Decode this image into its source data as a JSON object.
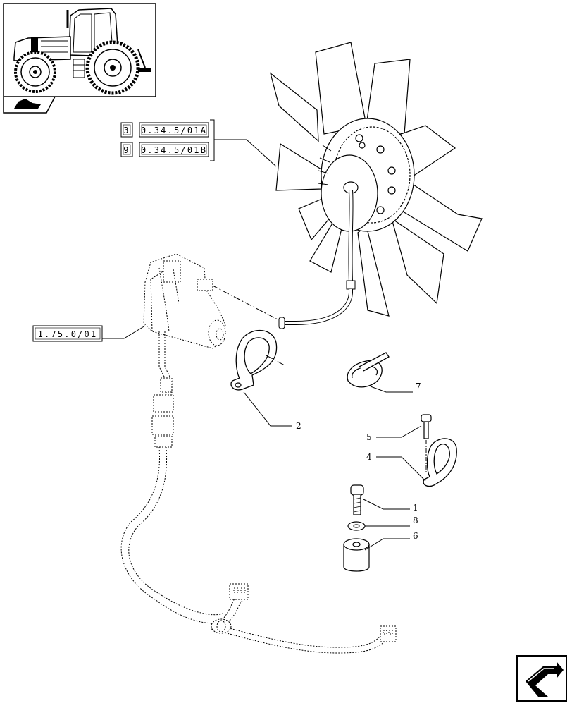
{
  "references": {
    "group_top": [
      {
        "qty": "3",
        "code": "0.34.5/01A"
      },
      {
        "qty": "9",
        "code": "0.34.5/01B"
      }
    ],
    "motor": {
      "code": "1.75.0/01"
    }
  },
  "callouts": {
    "c1": "1",
    "c2": "2",
    "c4": "4",
    "c5": "5",
    "c6": "6",
    "c7": "7",
    "c8": "8"
  },
  "icons": {
    "thumbnail": "tractor-thumbnail",
    "section": "section-symbol-icon",
    "next": "next-page-arrow-icon"
  }
}
